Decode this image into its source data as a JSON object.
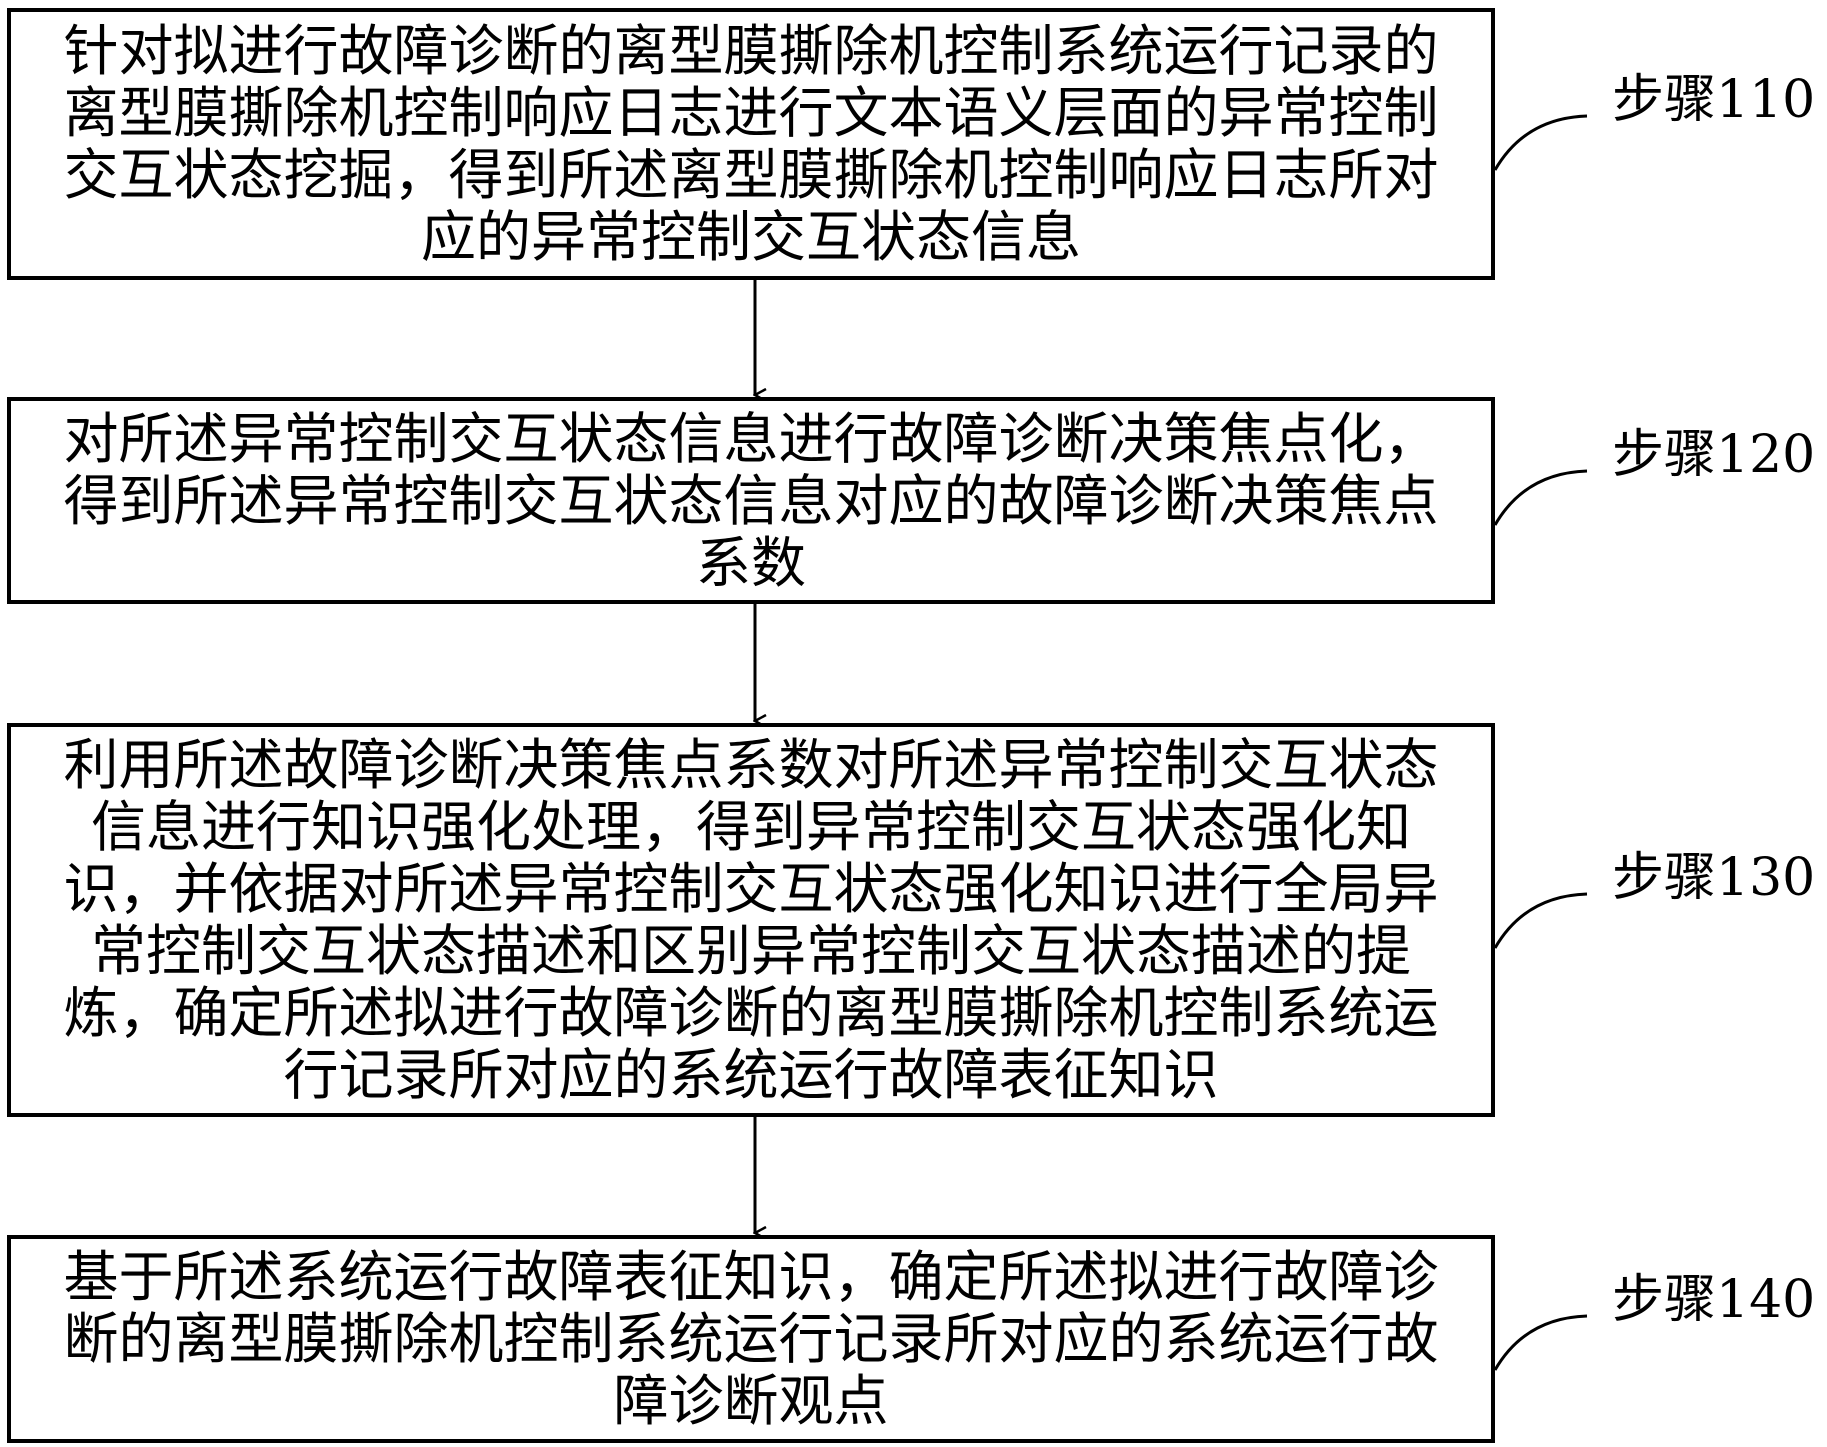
{
  "steps": [
    {
      "label": "步骤110",
      "text": "针对拟进行故障诊断的离型膜撕除机控制系统运行记录的离型膜撕除机控制响应日志进行文本语义层面的异常控制交互状态挖掘，得到所述离型膜撕除机控制响应日志所对应的异常控制交互状态信息"
    },
    {
      "label": "步骤120",
      "text": "对所述异常控制交互状态信息进行故障诊断决策焦点化，得到所述异常控制交互状态信息对应的故障诊断决策焦点系数"
    },
    {
      "label": "步骤130",
      "text": "利用所述故障诊断决策焦点系数对所述异常控制交互状态信息进行知识强化处理，得到异常控制交互状态强化知识，并依据对所述异常控制交互状态强化知识进行全局异常控制交互状态描述和区别异常控制交互状态描述的提炼，确定所述拟进行故障诊断的离型膜撕除机控制系统运行记录所对应的系统运行故障表征知识"
    },
    {
      "label": "步骤140",
      "text": "基于所述系统运行故障表征知识，确定所述拟进行故障诊断的离型膜撕除机控制系统运行记录所对应的系统运行故障诊断观点"
    }
  ],
  "colors": {
    "stroke": "#000000",
    "background": "#ffffff"
  }
}
